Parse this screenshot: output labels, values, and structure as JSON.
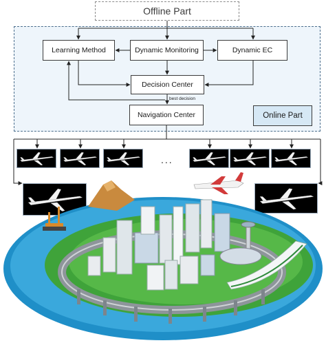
{
  "diagram": {
    "offline_part": "Offline Part",
    "online_part": "Online Part",
    "nodes": {
      "learning_method": "Learning Method",
      "dynamic_monitoring": "Dynamic Monitoring",
      "dynamic_ec": "Dynamic EC",
      "decision_center": "Decision Center",
      "navigation_center": "Navigation Center"
    },
    "edge_labels": {
      "best_decision": "best decision"
    },
    "ellipsis": "...",
    "colors": {
      "online_region_fill": "#eef5fb",
      "online_label_fill": "#d6e8f5",
      "ocean": "#1f8fc8",
      "grass": "#3fa33a",
      "road": "#8e959b",
      "plane_tile": "#000000"
    }
  }
}
